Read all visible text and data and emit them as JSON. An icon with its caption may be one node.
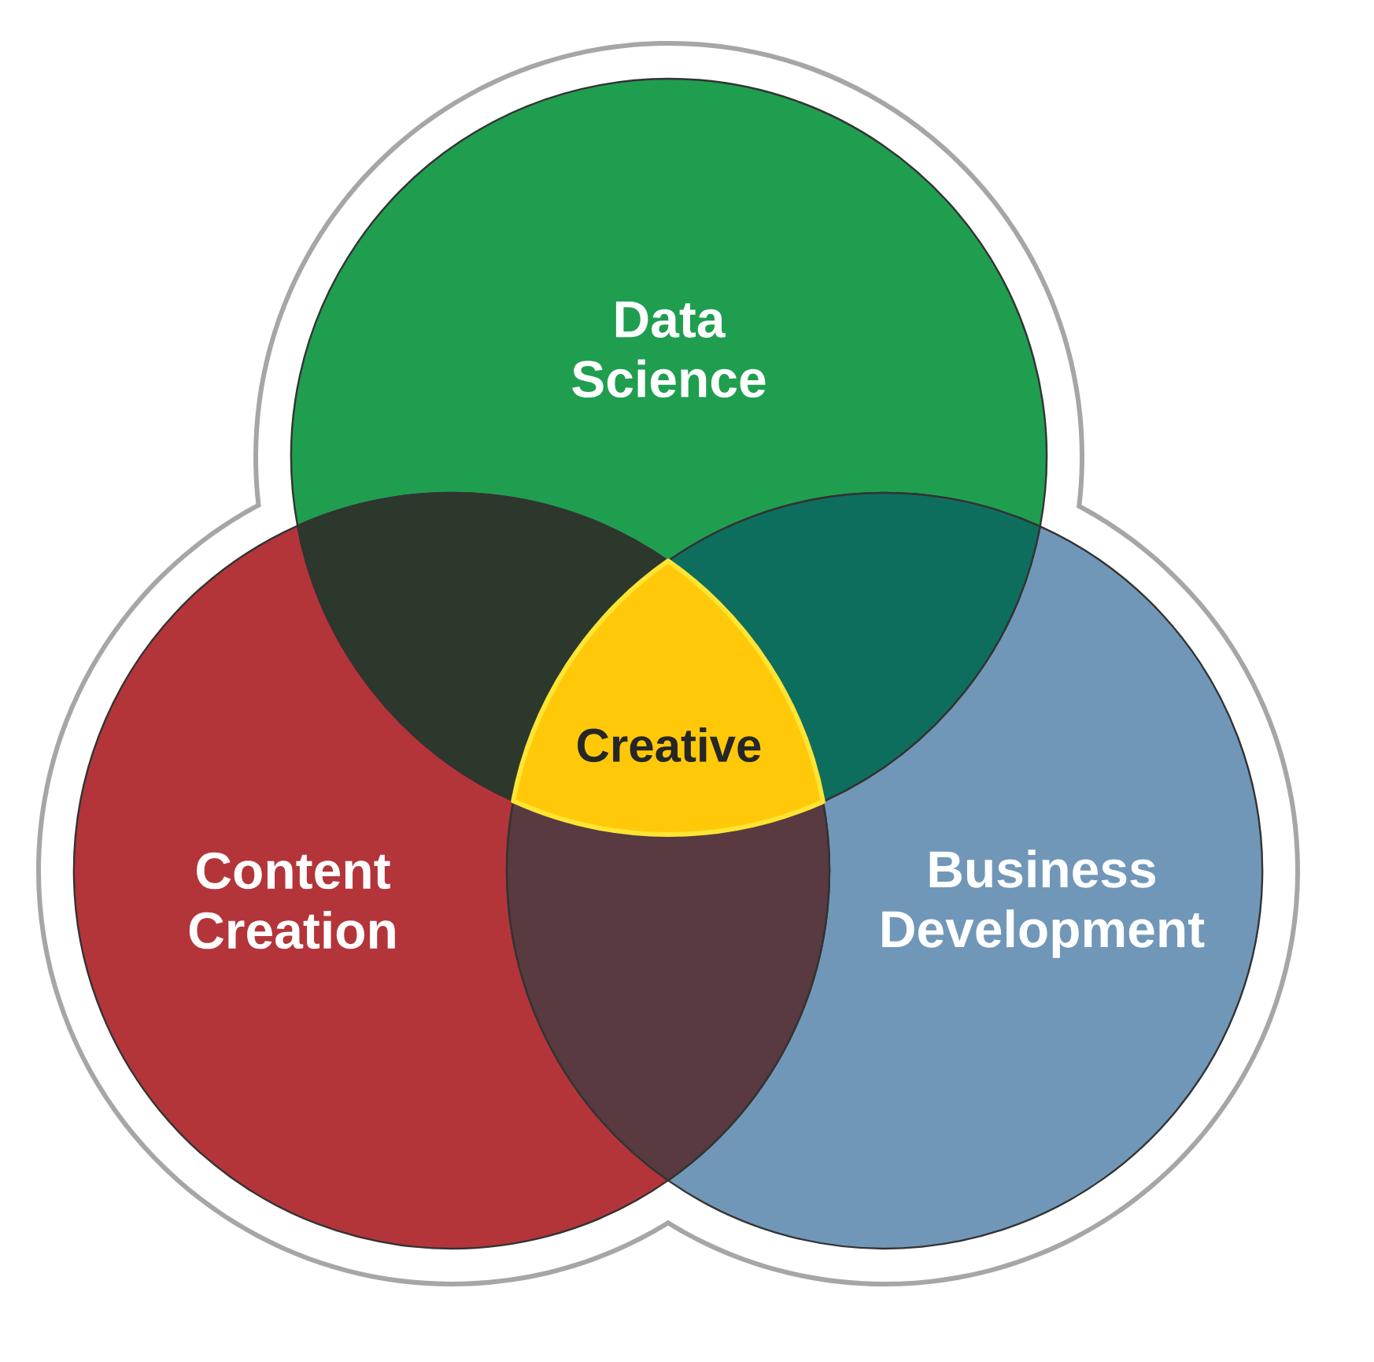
{
  "diagram": {
    "nodes": [
      {
        "text": [
          "Data Science"
        ]
      },
      {
        "text": [],
        "shape": "lens"
      },
      {
        "text": [],
        "shape": "lens"
      },
      {
        "text": [
          "Creative"
        ]
      },
      {
        "text": [
          "Content Creation"
        ]
      },
      {
        "text": [
          "Business Development"
        ]
      },
      {
        "text": [],
        "shape": "lens"
      }
    ]
  }
}
